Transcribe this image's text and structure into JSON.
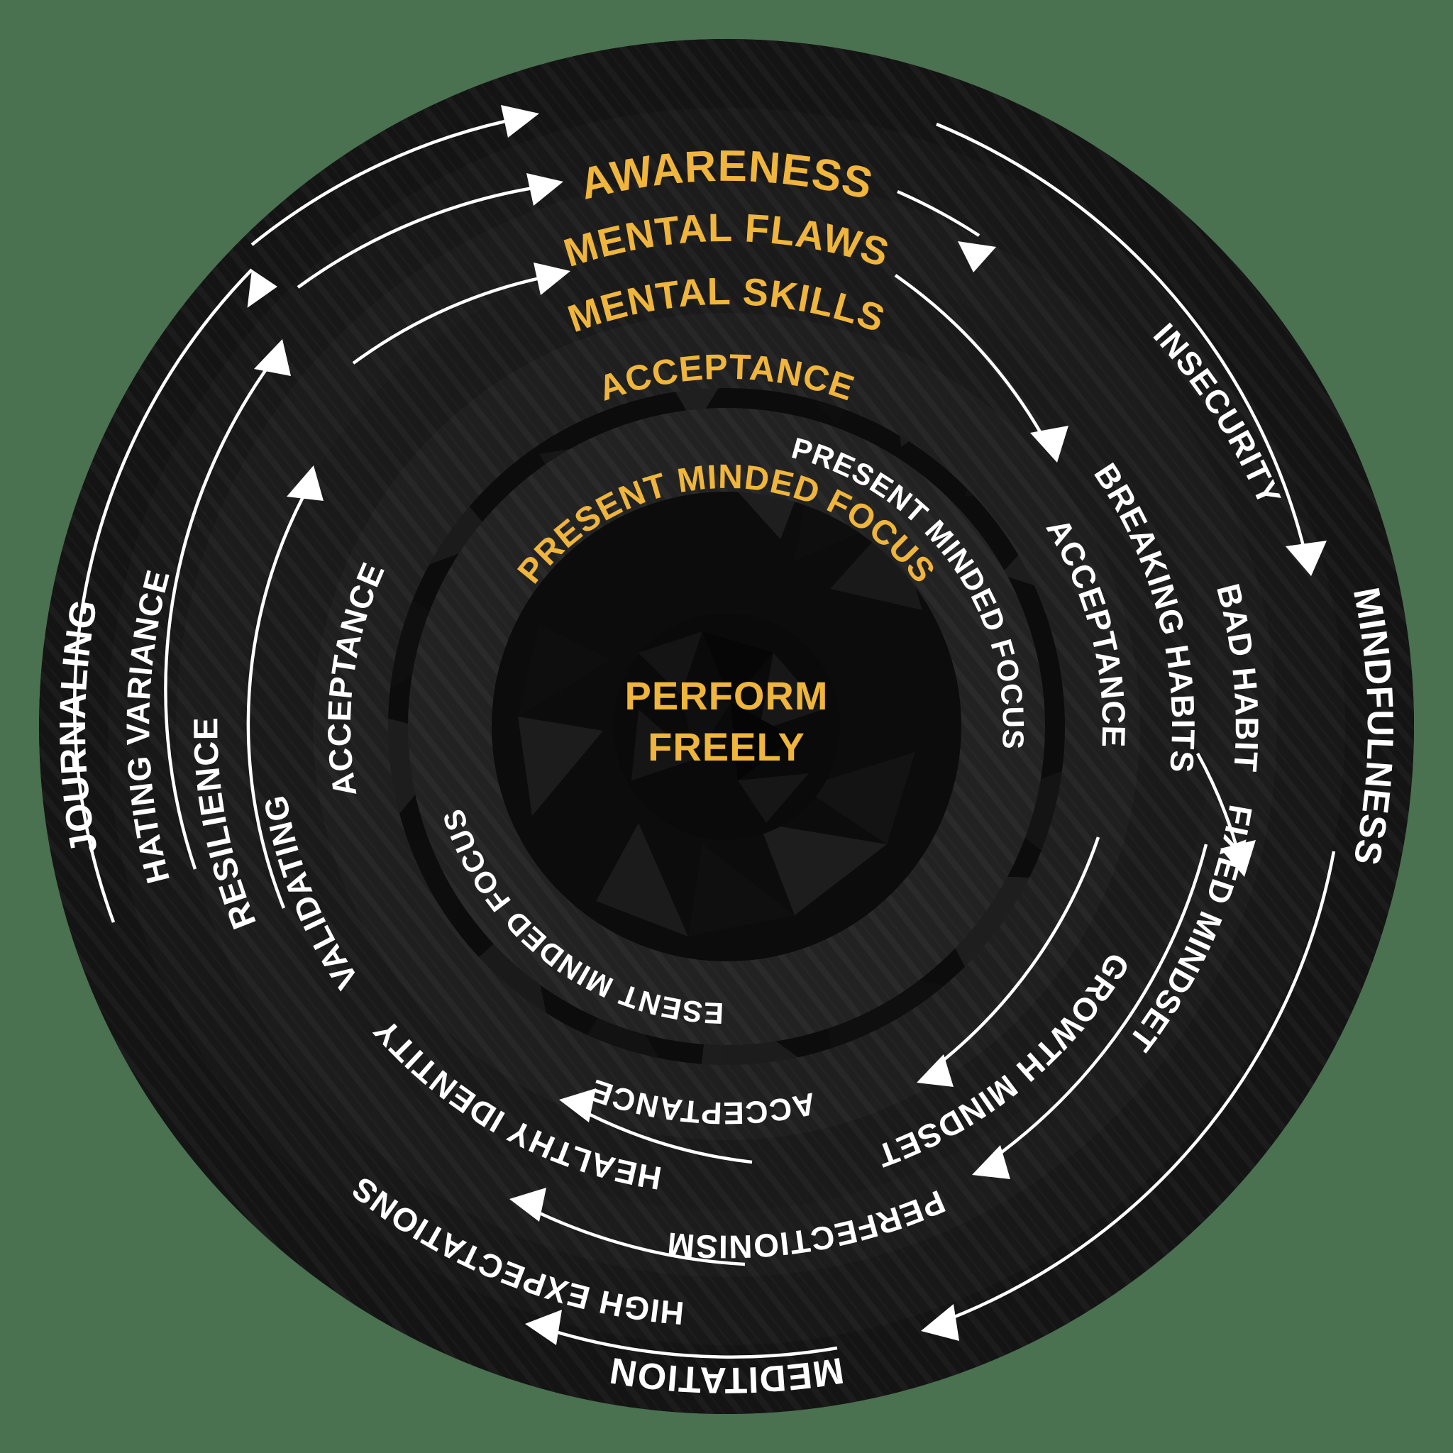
{
  "meta": {
    "title": "Awareness to Perform Freely concentric wheel",
    "background_color": "#4a7150",
    "accent_gold": "#efb53c",
    "text_white": "#ffffff",
    "ring_dark": "#141414"
  },
  "center": {
    "line1": "PERFORM",
    "line2": "FREELY"
  },
  "rings": [
    {
      "index": 0,
      "name": "awareness",
      "top_label": "AWARENESS",
      "left_label": "JOURNALING",
      "right_label": "MINDFULNESS",
      "bottom_label": "MEDITATION"
    },
    {
      "index": 1,
      "name": "mental-flaws",
      "top_label": "MENTAL FLAWS",
      "left_label": "HATING VARIANCE",
      "right_label": "INSECURITY",
      "bottom_label": "HIGH EXPECTATIONS"
    },
    {
      "index": 2,
      "name": "mental-skills",
      "top_label": "MENTAL SKILLS",
      "left_label": "RESILIENCE",
      "right_label": "BAD HABIT",
      "bottom_label": "PERFECTIONISM"
    },
    {
      "index": 3,
      "name": "acceptance",
      "top_label": "ACCEPTANCE",
      "left_label": "VALIDATING",
      "right_label": "BREAKING HABITS",
      "bottom_label": "FIXED MINDSET"
    },
    {
      "index": 4,
      "name": "present-minded-focus",
      "top_label": "PRESENT MINDED FOCUS",
      "left_label": "ACCEPTANCE",
      "right_label": "ACCEPTANCE",
      "bottom_label": "GROWTH MINDSET"
    }
  ],
  "labels": {
    "awareness": "AWARENESS",
    "mental_flaws": "MENTAL FLAWS",
    "mental_skills": "MENTAL SKILLS",
    "acceptance": "ACCEPTANCE",
    "present_minded_focus": "PRESENT MINDED FOCUS",
    "journaling": "JOURNALING",
    "mindfulness": "MINDFULNESS",
    "meditation": "MEDITATION",
    "hating_variance": "HATING VARIANCE",
    "insecurity": "INSECURITY",
    "high_expectations": "HIGH EXPECTATIONS",
    "resilience": "RESILIENCE",
    "bad_habit": "BAD HABIT",
    "perfectionism": "PERFECTIONISM",
    "validating": "VALIDATING",
    "breaking_habits": "BREAKING HABITS",
    "fixed_mindset": "FIXED MINDSET",
    "acceptance_inner_left": "ACCEPTANCE",
    "acceptance_inner_right": "ACCEPTANCE",
    "growth_mindset": "GROWTH MINDSET",
    "healthy_identity": "HEALTHY IDENTITY",
    "acceptance_bottom": "ACCEPTANCE",
    "present_minded_focus_bottom": "PRESENT MINDED FOCUS",
    "present_minded_focus_right": "PRESENT MINDED FOCUS"
  }
}
